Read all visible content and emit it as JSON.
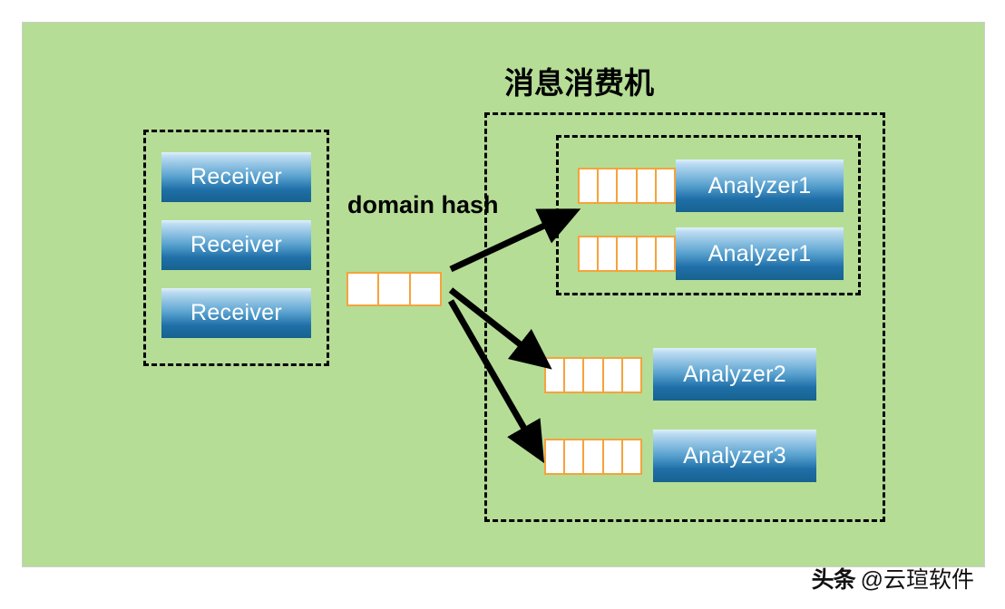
{
  "diagram": {
    "title": "消息消费机",
    "hash_label": "domain hash",
    "receivers_group": {
      "name": "receivers-group",
      "nodes": [
        {
          "label": "Receiver"
        },
        {
          "label": "Receiver"
        },
        {
          "label": "Receiver"
        }
      ]
    },
    "main_queue": {
      "cells": 3
    },
    "consumer_group": {
      "analyzer1_group": {
        "rows": [
          {
            "queue_cells": 5,
            "label": "Analyzer1"
          },
          {
            "queue_cells": 5,
            "label": "Analyzer1"
          }
        ]
      },
      "rows": [
        {
          "queue_cells": 5,
          "label": "Analyzer2"
        },
        {
          "queue_cells": 5,
          "label": "Analyzer3"
        }
      ]
    },
    "colors": {
      "background": "#b5dd96",
      "node_gradient_top": "#cfe8f8",
      "node_gradient_bottom": "#17628f",
      "queue_border": "#f5a33c",
      "dashed_border": "#000000"
    }
  },
  "watermark": {
    "brand": "头条",
    "handle": "@云瑄软件"
  }
}
